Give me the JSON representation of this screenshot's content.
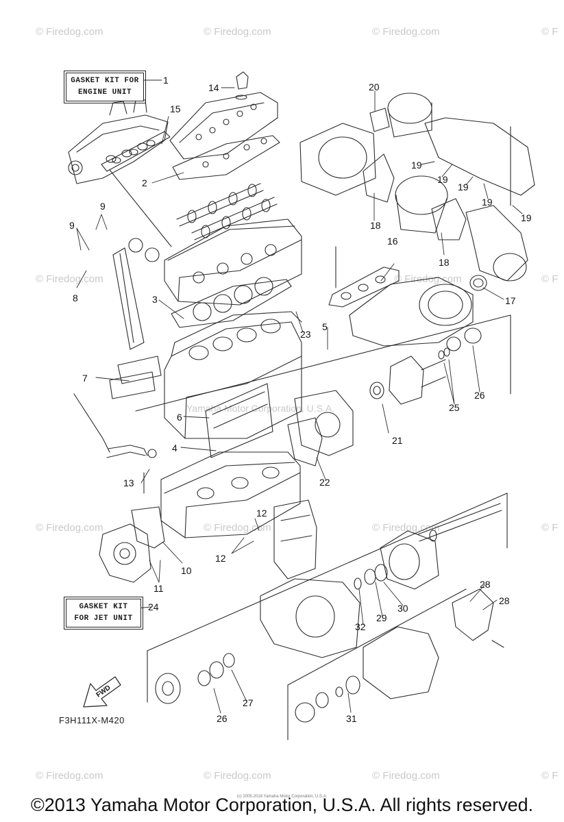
{
  "watermark": {
    "text": "© Firedog.com",
    "edge_text": "© F",
    "center_text": "Yamaha Motor Corporation, U.S.A."
  },
  "kit_labels": {
    "engine": [
      "GASKET KIT FOR",
      "ENGINE UNIT"
    ],
    "jet": [
      "GASKET KIT",
      "FOR JET UNIT"
    ]
  },
  "fwd_label": "FWD",
  "figure_code": "F3H111X-M420",
  "part_numbers": [
    "1",
    "2",
    "3",
    "4",
    "5",
    "6",
    "7",
    "8",
    "9",
    "9",
    "10",
    "11",
    "12",
    "12",
    "13",
    "14",
    "15",
    "16",
    "17",
    "18",
    "18",
    "19",
    "19",
    "19",
    "19",
    "19",
    "20",
    "21",
    "22",
    "23",
    "24",
    "25",
    "26",
    "26",
    "27",
    "28",
    "28",
    "29",
    "30",
    "31",
    "32"
  ],
  "footer": {
    "copyright": "©2013 Yamaha Motor Corporation, U.S.A. All rights reserved.",
    "small_print": "(c) 2005-2016 Yamaha Motor Corporation, U.S.A."
  },
  "colors": {
    "line": "#2a2a2a",
    "watermark": "#c9c9c9",
    "background": "#ffffff"
  }
}
